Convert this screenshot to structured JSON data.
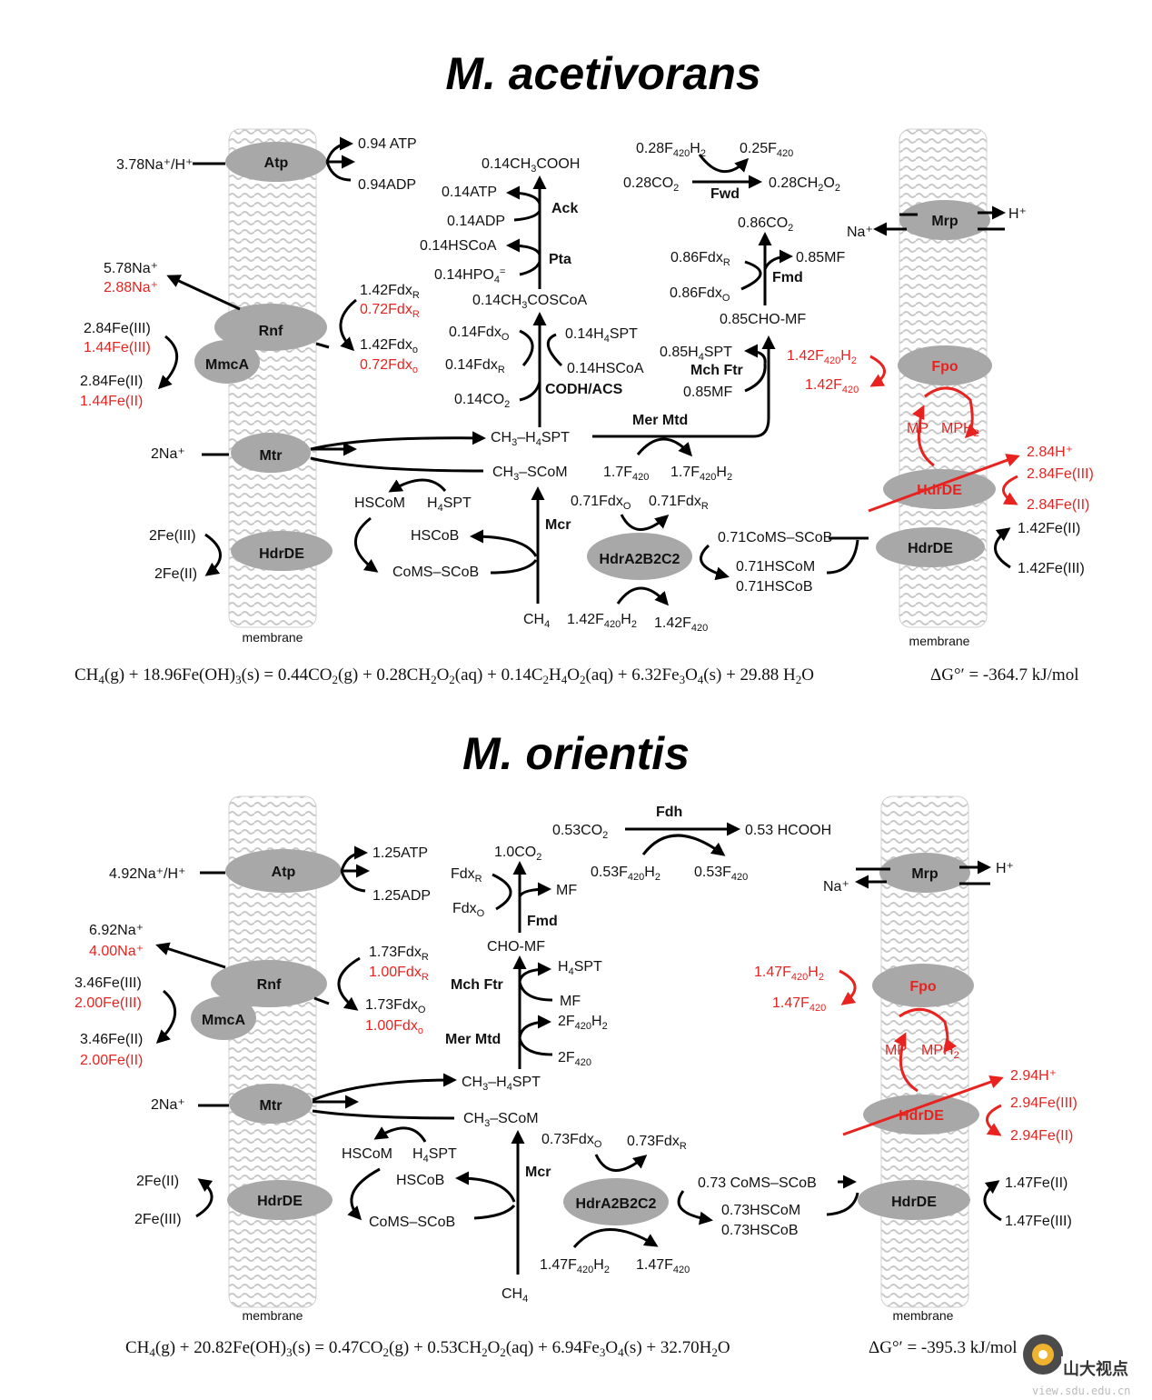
{
  "top": {
    "title": "M. acetivorans",
    "membrane_label": "membrane",
    "equation": "CH4(g) + 18.96Fe(OH)3(s) = 0.44CO2(g) + 0.28CH2O2(aq) + 0.14C2H4O2(aq) + 6.32Fe3O4(s) + 29.88 H2O",
    "dg": "ΔG°′ = -364.7 kJ/mol",
    "enzymes": {
      "atp": "Atp",
      "rnf": "Rnf",
      "mmca": "MmcA",
      "mtr": "Mtr",
      "hdrde_left": "HdrDE",
      "mrp": "Mrp",
      "fpo": "Fpo",
      "hdrde_red": "HdrDE",
      "hdrde_right": "HdrDE",
      "hdra": "HdrA2B2C2"
    },
    "labels": {
      "na_h": "3.78Na⁺/H⁺",
      "atp": "0.94 ATP",
      "adp": "0.94ADP",
      "rnf_na_k": "5.78Na⁺",
      "rnf_na_r": "2.88Na⁺",
      "fe3_k": "2.84Fe(III)",
      "fe3_r": "1.44Fe(III)",
      "fe2_k": "2.84Fe(II)",
      "fe2_r": "1.44Fe(II)",
      "fdxr_k": "1.42Fdx",
      "fdxr_r": "0.72Fdx",
      "fdxo_k": "1.42Fdx",
      "fdxo_r": "0.72Fdx",
      "mtr_na": "2Na⁺",
      "hd_fe3": "2Fe(III)",
      "hd_fe2": "2Fe(II)",
      "acetate": "0.14CH3COOH",
      "ack_atp": "0.14ATP",
      "ack": "Ack",
      "ack_adp": "0.14ADP",
      "pta_hscoa": "0.14HSCoA",
      "pta": "Pta",
      "pta_hpo4": "0.14HPO4=",
      "acetylcoa": "0.14CH3COSCoA",
      "codh_fdxo": "0.14Fdx",
      "codh_h4spt": "0.14H4SPT",
      "codh_fdxr": "0.14Fdx",
      "codh_hscoa": "0.14HSCoA",
      "codh_co2": "0.14CO2",
      "codh": "CODH/ACS",
      "ch3h4spt": "CH3–H4SPT",
      "ch3scom": "CH3–SCoM",
      "hscom": "HSCoM",
      "h4spt": "H4SPT",
      "hscob": "HSCoB",
      "comsscob": "CoMS–SCoB",
      "mcr": "Mcr",
      "ch4": "CH4",
      "fwd_f420h2": "0.28F420H2",
      "fwd_f420": "0.25F420",
      "fwd_co2": "0.28CO2",
      "fwd": "Fwd",
      "fwd_ch2o2": "0.28CH2O2",
      "fmd_co2": "0.86CO2",
      "fmd_fdxr": "0.86Fdx",
      "fmd_mf": "0.85MF",
      "fmd": "Fmd",
      "fmd_fdxo": "0.86Fdx",
      "chomf": "0.85CHO-MF",
      "mch_h4spt": "0.85H4SPT",
      "mch": "Mch Ftr",
      "mch_mf": "0.85MF",
      "mer": "Mer Mtd",
      "mer_f420": "1.7F420",
      "mer_f420h2": "1.7F420H2",
      "hdra_fdxo": "0.71Fdx",
      "hdra_fdxr": "0.71Fdx",
      "hdra_f420h2": "1.42F420H2",
      "hdra_f420": "1.42F420",
      "hdra_comsscob": "0.71CoMS–SCoB",
      "hdra_hscom": "0.71HSCoM",
      "hdra_hscob": "0.71HSCoB",
      "mrp_h": "H⁺",
      "mrp_na": "Na⁺",
      "fpo_f420h2": "1.42F420H2",
      "fpo_f420": "1.42F420",
      "mp": "MP",
      "mph2": "MPH2",
      "red_h": "2.84H⁺",
      "red_fe3": "2.84Fe(III)",
      "red_fe2": "2.84Fe(II)",
      "rhd_fe2": "1.42Fe(II)",
      "rhd_fe3": "1.42Fe(III)"
    }
  },
  "bottom": {
    "title": "M. orientis",
    "membrane_label": "membrane",
    "equation": "CH4(g) + 20.82Fe(OH)3(s) = 0.47CO2(g) + 0.53CH2O2(aq) + 6.94Fe3O4(s) + 32.70H2O",
    "dg": "ΔG°′ = -395.3 kJ/mol",
    "enzymes": {
      "atp": "Atp",
      "rnf": "Rnf",
      "mmca": "MmcA",
      "mtr": "Mtr",
      "hdrde_left": "HdrDE",
      "mrp": "Mrp",
      "fpo": "Fpo",
      "hdrde_red": "HdrDE",
      "hdrde_right": "HdrDE",
      "hdra": "HdrA2B2C2"
    },
    "labels": {
      "na_h": "4.92Na⁺/H⁺",
      "atp": "1.25ATP",
      "adp": "1.25ADP",
      "rnf_na_k": "6.92Na⁺",
      "rnf_na_r": "4.00Na⁺",
      "fe3_k": "3.46Fe(III)",
      "fe3_r": "2.00Fe(III)",
      "fe2_k": "3.46Fe(II)",
      "fe2_r": "2.00Fe(II)",
      "fdxr_k": "1.73Fdx",
      "fdxr_r": "1.00Fdx",
      "fdxo_k": "1.73Fdx",
      "fdxo_r": "1.00Fdx",
      "mtr_na": "2Na⁺",
      "hd_fe2": "2Fe(II)",
      "hd_fe3": "2Fe(III)",
      "fdh": "Fdh",
      "fdh_co2": "0.53CO2",
      "fdh_hcooh": "0.53 HCOOH",
      "fdh_f420h2": "0.53F420H2",
      "fdh_f420": "0.53F420",
      "co2": "1.0CO2",
      "fdxr": "Fdx",
      "fdxo": "Fdx",
      "mf": "MF",
      "fmd": "Fmd",
      "chomf": "CHO-MF",
      "mch": "Mch Ftr",
      "mch_h4spt": "H4SPT",
      "mch_mf": "MF",
      "mer": "Mer Mtd",
      "mer_f420h2": "2F420H2",
      "mer_f420": "2F420",
      "ch3h4spt": "CH3–H4SPT",
      "ch3scom": "CH3–SCoM",
      "hscom": "HSCoM",
      "h4spt": "H4SPT",
      "hscob": "HSCoB",
      "comsscob": "CoMS–SCoB",
      "mcr": "Mcr",
      "ch4": "CH4",
      "hdra_fdxo": "0.73Fdx",
      "hdra_fdxr": "0.73Fdx",
      "hdra_f420h2": "1.47F420H2",
      "hdra_f420": "1.47F420",
      "hdra_comsscob": "0.73 CoMS–SCoB",
      "hdra_hscom": "0.73HSCoM",
      "hdra_hscob": "0.73HSCoB",
      "mrp_h": "H⁺",
      "mrp_na": "Na⁺",
      "fpo_f420h2": "1.47F420H2",
      "fpo_f420": "1.47F420",
      "mp": "MP",
      "mph2": "MPH2",
      "red_h": "2.94H⁺",
      "red_fe3": "2.94Fe(III)",
      "red_fe2": "2.94Fe(II)",
      "rhd_fe2": "1.47Fe(II)",
      "rhd_fe3": "1.47Fe(III)"
    }
  },
  "watermark": "山大视点",
  "watermark_url": "view.sdu.edu.cn",
  "colors": {
    "black": "#111111",
    "red": "#e8231f",
    "enzyme": "#a8a8a8",
    "membrane": "#d9d9d9"
  }
}
